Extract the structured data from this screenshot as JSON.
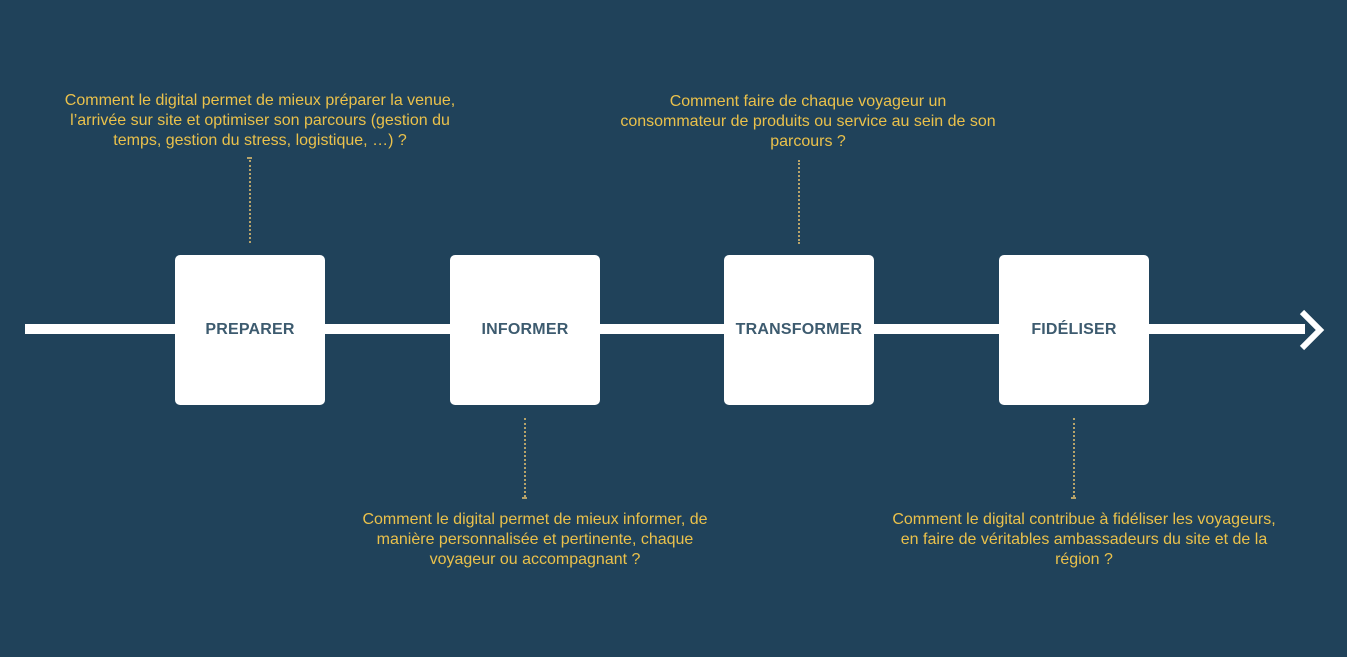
{
  "steps": [
    {
      "label": "PREPARER"
    },
    {
      "label": "INFORMER"
    },
    {
      "label": "TRANSFORMER"
    },
    {
      "label": "FIDÉLISER"
    }
  ],
  "questions": {
    "preparer": "Comment le digital permet de mieux préparer la venue, l’arrivée sur site et optimiser son parcours (gestion du temps, gestion du stress, logistique, …) ?",
    "informer": "Comment le digital permet de mieux informer, de manière personnalisée et pertinente, chaque voyageur ou accompagnant ?",
    "transformer": "Comment faire de chaque voyageur un consommateur de produits ou service au sein de son parcours ?",
    "fideliser": "Comment le digital contribue à fidéliser les voyageurs, en faire de véritables ambassadeurs du site et de la région ?"
  },
  "colors": {
    "background": "#20425a",
    "question_text": "#eac14b",
    "step_label": "#3d5b6f",
    "box": "#ffffff",
    "connector": "#b7a36a"
  }
}
